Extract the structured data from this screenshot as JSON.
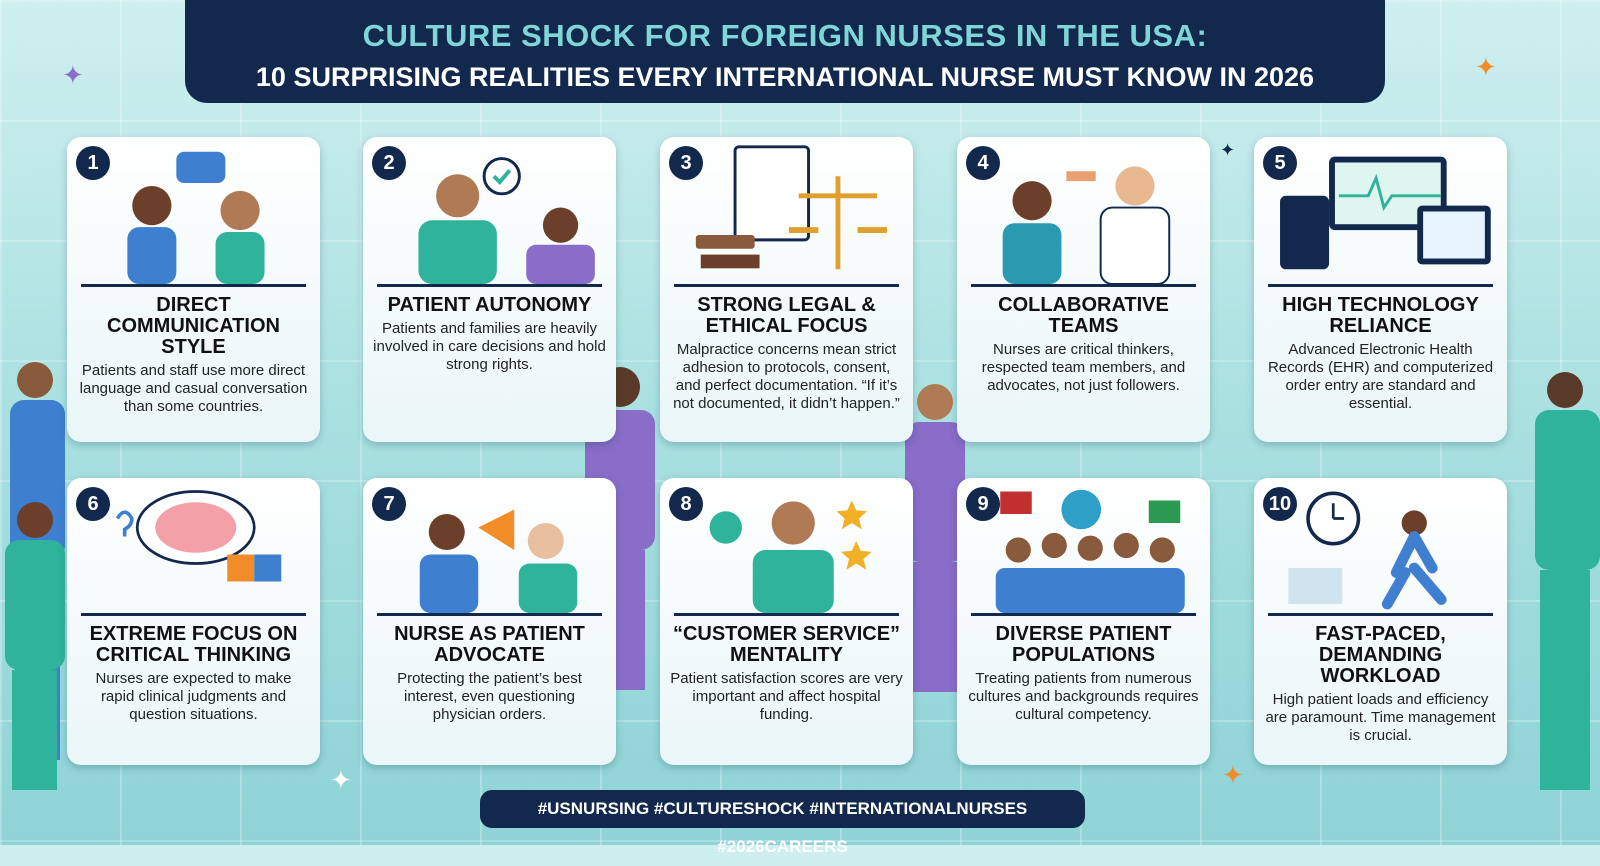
{
  "header": {
    "title_line1": "CULTURE SHOCK FOR FOREIGN NURSES IN THE USA:",
    "title_line2": "10 SURPRISING REALITIES EVERY INTERNATIONAL NURSE MUST KNOW IN 2026"
  },
  "cards": [
    {
      "number": "1",
      "title": "Direct Communication Style",
      "text": "Patients and staff use more direct language and casual conversation than some countries."
    },
    {
      "number": "2",
      "title": "Patient Autonomy",
      "text": "Patients and families are heavily involved in care decisions and hold strong rights."
    },
    {
      "number": "3",
      "title": "Strong Legal & Ethical Focus",
      "text": "Malpractice concerns mean strict adhesion to protocols, consent, and perfect documentation. “If it’s not documented, it didn’t happen.”"
    },
    {
      "number": "4",
      "title": "Collaborative Teams",
      "text": "Nurses are critical thinkers, respected team members, and advocates, not just followers."
    },
    {
      "number": "5",
      "title": "High Technology Reliance",
      "text": "Advanced Electronic Health Records (EHR) and computerized order entry are standard and essential."
    },
    {
      "number": "6",
      "title": "Extreme Focus on Critical Thinking",
      "text": "Nurses are expected to make rapid clinical judgments and question situations."
    },
    {
      "number": "7",
      "title": "Nurse as Patient Advocate",
      "text": "Protecting the patient’s best interest, even questioning physician orders."
    },
    {
      "number": "8",
      "title": "“Customer Service” Mentality",
      "text": "Patient satisfaction scores are very important and affect hospital funding."
    },
    {
      "number": "9",
      "title": "Diverse Patient Populations",
      "text": "Treating patients from numerous cultures and backgrounds requires cultural competency."
    },
    {
      "number": "10",
      "title": "Fast-Paced, Demanding Workload",
      "text": "High patient loads and efficiency are paramount. Time management is crucial."
    }
  ],
  "footer": {
    "hashtags": "#USNURSING #CULTURESHOCK #INTERNATIONALNURSES #2026CAREERS"
  },
  "colors": {
    "navy": "#13284d",
    "teal": "#7fd6d9",
    "scrub_green": "#2fb39a",
    "scrub_blue": "#3f7fd0",
    "scrub_purple": "#8a6cc9",
    "accent_orange": "#f28c28"
  }
}
